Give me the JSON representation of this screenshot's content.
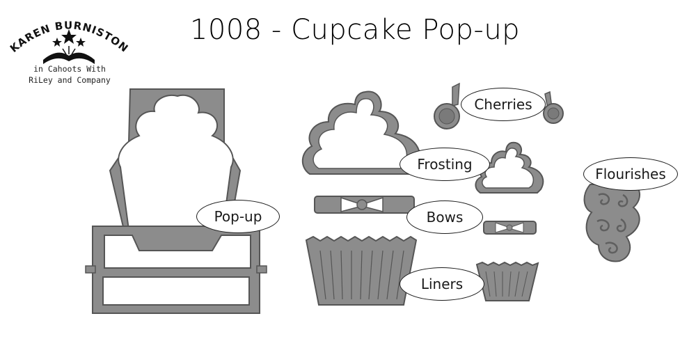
{
  "title": "1008 - Cupcake Pop-up",
  "logo": {
    "brand": "KAREN BURNISTON",
    "tagline_line1": "in Cahoots With",
    "tagline_line2": "RiLey and Company"
  },
  "labels": {
    "popup": "Pop-up",
    "cherries": "Cherries",
    "frosting": "Frosting",
    "bows": "Bows",
    "liners": "Liners",
    "flourishes": "Flourishes"
  },
  "colors": {
    "die_fill": "#8c8c8c",
    "die_dark": "#5f5f5f",
    "ink": "#1a1a1a",
    "background": "#ffffff"
  }
}
